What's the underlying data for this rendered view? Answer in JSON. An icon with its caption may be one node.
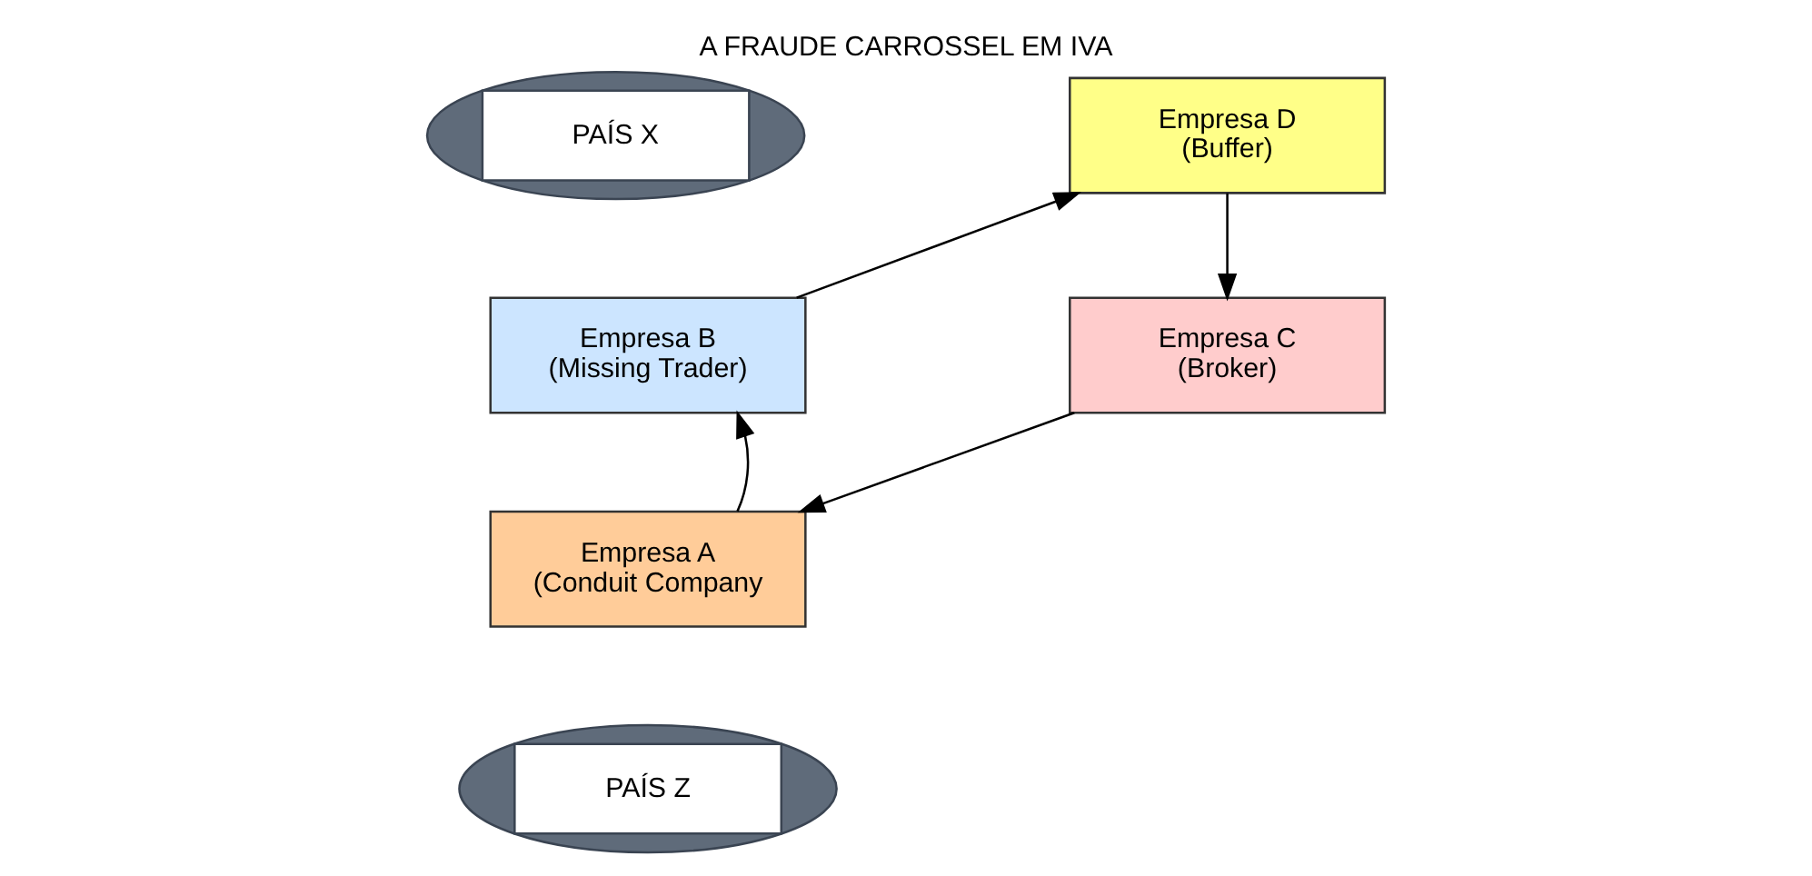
{
  "diagram": {
    "title": "A FRAUDE CARROSSEL EM IVA",
    "nodes": [
      {
        "text": [
          "PAÍS X"
        ]
      },
      {
        "text": [
          "Empresa D (Buffer)"
        ]
      },
      {
        "text": [
          "Empresa B (Missing Trader)"
        ]
      },
      {
        "text": [
          "Empresa C (Broker)"
        ]
      },
      {
        "text": [
          "Empresa A (Conduit Company"
        ]
      },
      {
        "text": [
          "PAÍS Z"
        ]
      }
    ],
    "edges": [
      {
        "from": 2,
        "to": 1,
        "arrow": "to"
      },
      {
        "from": 1,
        "to": 3,
        "arrow": "to"
      },
      {
        "from": 3,
        "to": 4,
        "arrow": "to"
      },
      {
        "from": 4,
        "to": 2,
        "arrow": "to"
      }
    ]
  }
}
